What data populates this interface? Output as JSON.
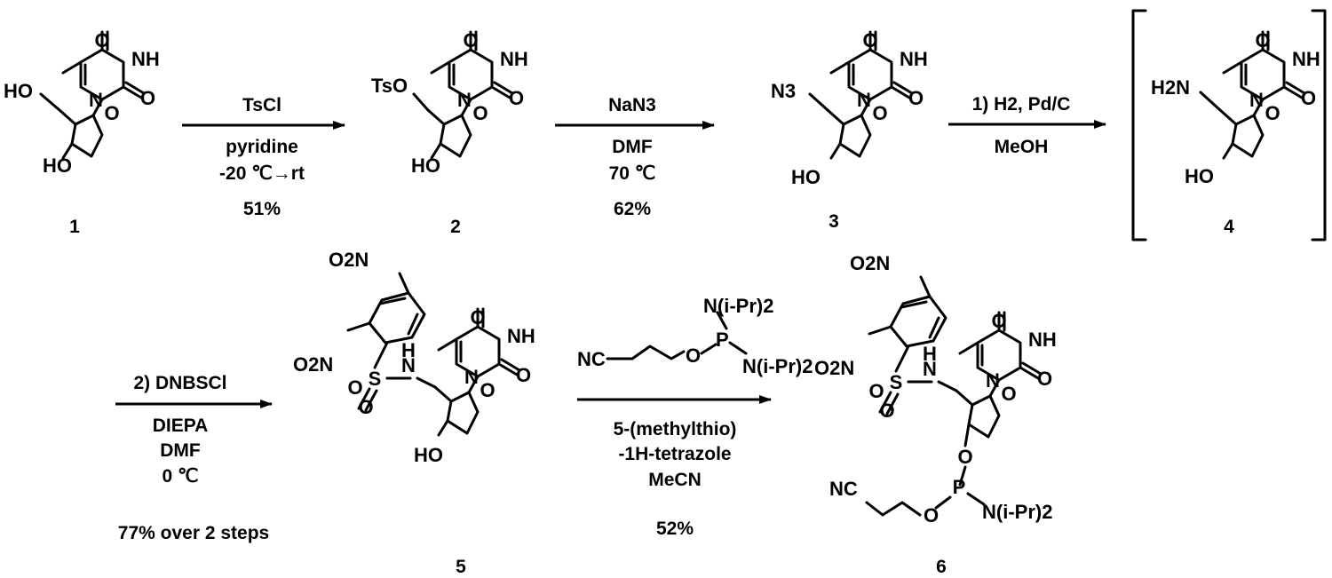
{
  "compounds": [
    {
      "number": "1",
      "r5": "HO",
      "r3": "HO"
    },
    {
      "number": "2",
      "r5": "TsO",
      "r3": "HO"
    },
    {
      "number": "3",
      "r5": "N3",
      "r3": "HO"
    },
    {
      "number": "4",
      "r5": "H2N",
      "r3": "HO"
    },
    {
      "number": "5",
      "r3": "HO"
    },
    {
      "number": "6"
    }
  ],
  "atoms": {
    "O": "O",
    "N": "N",
    "NH": "NH",
    "S": "S",
    "P": "P",
    "H": "H",
    "NO2": "O2N",
    "NC": "NC",
    "NiPr2": "N(i-Pr)2"
  },
  "steps": [
    {
      "id": "step1",
      "reagent": "TsCl",
      "conditions": [
        "pyridine",
        "-20 ℃→rt"
      ],
      "yield": "51%"
    },
    {
      "id": "step2",
      "reagent": "NaN3",
      "conditions": [
        "DMF",
        "70 ℃"
      ],
      "yield": "62%"
    },
    {
      "id": "step3",
      "reagent": "1) H2, Pd/C",
      "conditions": [
        "MeOH"
      ]
    },
    {
      "id": "step4",
      "reagent": "2) DNBSCl",
      "conditions": [
        "DIEPA",
        "DMF",
        "0 ℃"
      ],
      "yield": "77% over 2 steps"
    },
    {
      "id": "step5",
      "conditions": [
        "5-(methylthio)",
        "-1H-tetrazole",
        "MeCN"
      ],
      "yield": "52%"
    }
  ],
  "colors": {
    "ink": "#000000",
    "background": "#ffffff"
  }
}
